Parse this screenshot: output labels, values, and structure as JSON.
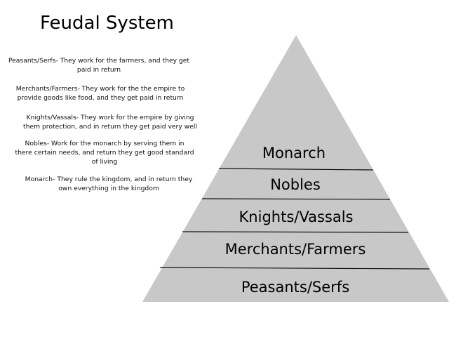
{
  "title": "Feudal System",
  "descriptions": [
    {
      "line1": "Peasants/Serfs- They work for the farmers, and they get",
      "line2": "paid in return"
    },
    {
      "line1": "Merchants/Farmers- They work for the the empire to",
      "line2": "provide goods like food, and they get paid in return"
    },
    {
      "line1": "Knights/Vassals- They work for the empire by giving",
      "line2": "them protection, and in return they get paid very well"
    },
    {
      "line1": "Nobles- Work for the monarch by serving them in",
      "line2": "there certain needs, and return they get good standard",
      "line3": "of living"
    },
    {
      "line1": "Monarch- They rule the kingdom, and in return they",
      "line2": "own everything in the kingdom"
    }
  ],
  "pyramid": {
    "tiers": [
      "Monarch",
      "Nobles",
      "Knights/Vassals",
      "Merchants/Farmers",
      "Peasants/Serfs"
    ],
    "fill_color": "#c8c8c8",
    "line_color": "#111111"
  }
}
